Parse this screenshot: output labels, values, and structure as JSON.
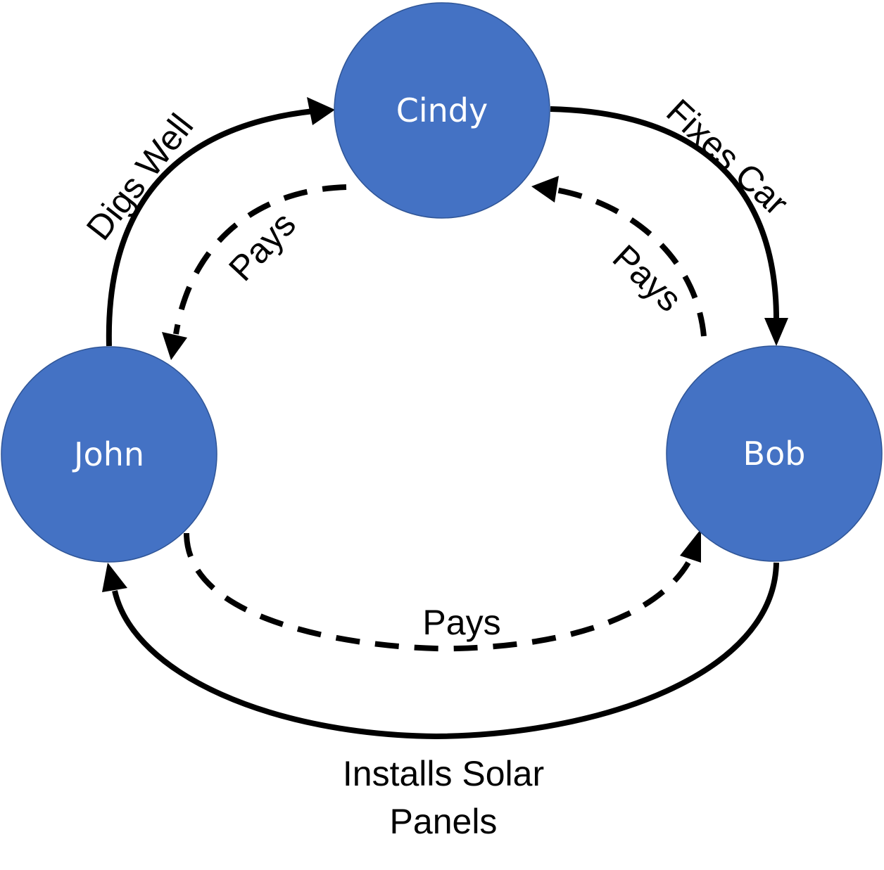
{
  "colors": {
    "node_fill": "#4472c4",
    "node_text": "#ffffff",
    "edge": "#000000"
  },
  "nodes": {
    "cindy": "Cindy",
    "john": "John",
    "bob": "Bob"
  },
  "edges": {
    "digs_well": "Digs Well",
    "fixes_car": "Fixes Car",
    "installs_line1": "Installs Solar",
    "installs_line2": "Panels",
    "pays_cindy_john": "Pays",
    "pays_bob_cindy": "Pays",
    "pays_john_bob": "Pays"
  }
}
